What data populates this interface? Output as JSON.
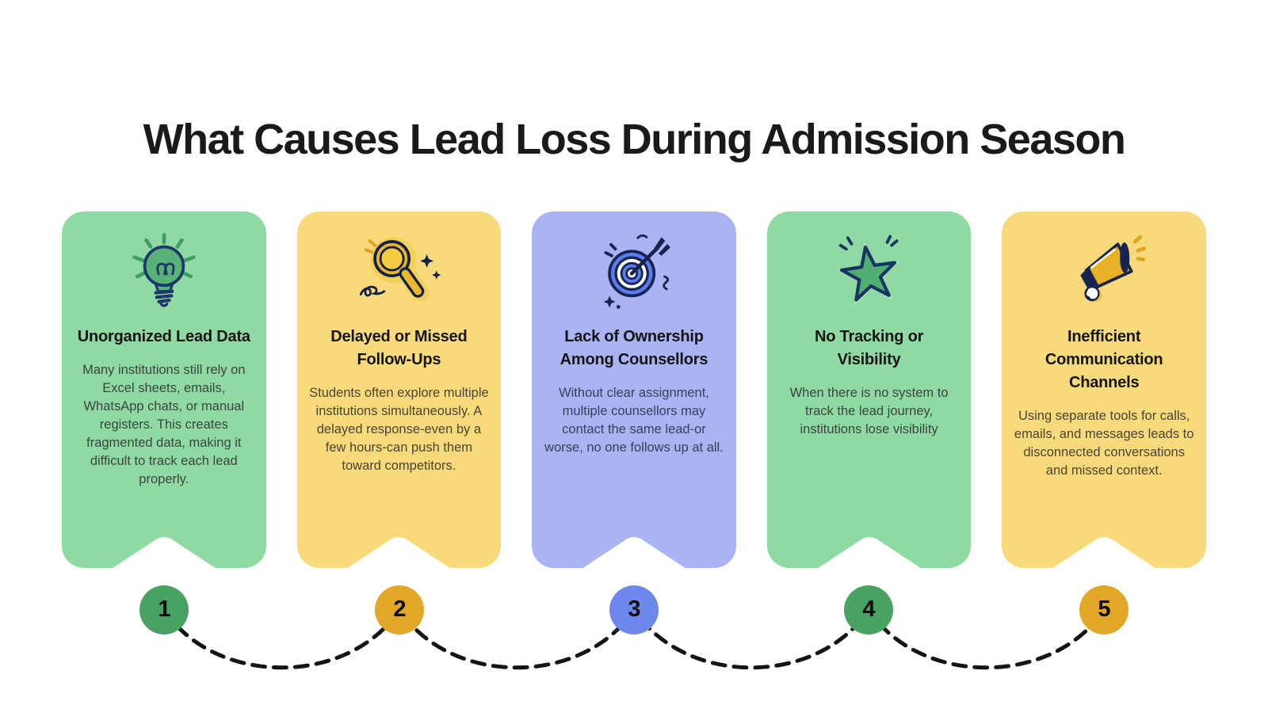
{
  "page": {
    "title": "What Causes Lead Loss During Admission Season",
    "background": "#ffffff"
  },
  "colors": {
    "card_green": "#8fd9a3",
    "card_yellow": "#f8da7b",
    "card_blue": "#aab4f3",
    "badge_green": "#48a263",
    "badge_gold": "#e2a727",
    "badge_blue": "#6d89ee",
    "outline_navy": "#16254f",
    "icon_green": "#4fae70",
    "icon_gold": "#ecb72c",
    "icon_blue": "#5c7bee",
    "title_text": "#1a1a1a",
    "body_text": "#3c443f",
    "connector": "#141414"
  },
  "cards": [
    {
      "step": "1",
      "theme": "green",
      "icon": "lightbulb-icon",
      "title": "Unorganized Lead Data",
      "body": "Many institutions still rely on Excel sheets, emails, WhatsApp chats, or manual registers. This creates fragmented data, making it difficult to track each lead properly."
    },
    {
      "step": "2",
      "theme": "yellow",
      "icon": "magnifier-icon",
      "title": "Delayed or Missed Follow-Ups",
      "body": "Students often explore multiple institutions simultaneously. A delayed response-even by a few hours-can push them toward competitors."
    },
    {
      "step": "3",
      "theme": "blue",
      "icon": "target-icon",
      "title": "Lack of Ownership Among Counsellors",
      "body": "Without clear assignment, multiple counsellors may contact the same lead-or worse, no one follows up at all."
    },
    {
      "step": "4",
      "theme": "green",
      "icon": "star-icon",
      "title": "No Tracking or Visibility",
      "body": "When there is no system to track the lead journey, institutions lose visibility"
    },
    {
      "step": "5",
      "theme": "yellow",
      "icon": "megaphone-icon",
      "title": "Inefficient Communication Channels",
      "body": "Using separate tools for calls, emails, and messages leads to disconnected conversations and missed context."
    }
  ]
}
